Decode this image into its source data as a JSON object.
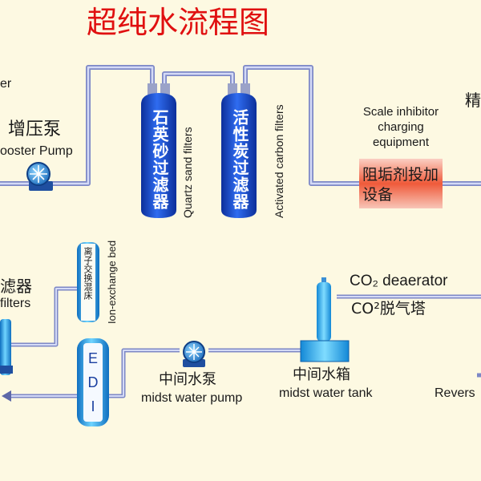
{
  "title": "超纯水流程图",
  "labels": {
    "er_partial": "er",
    "booster_pump_cn": "增压泵",
    "booster_pump_en": "ooster Pump",
    "quartz_cn": "石英砂过滤器",
    "quartz_en": "Quartz sand filters",
    "carbon_cn": "活性炭过滤器",
    "carbon_en": "Activated carbon filters",
    "scale_en_1": "Scale inhibitor",
    "scale_en_2": "charging",
    "scale_en_3": "equipment",
    "scale_cn": "阻垢剂投加设备",
    "precision_partial": "精",
    "filter_cn_partial": "滤器",
    "filter_en_partial": "filters",
    "ion_cn": "离子交换混床",
    "ion_en": "Ion-exchange bed",
    "edi": "EDI",
    "midst_pump_cn": "中间水泵",
    "midst_pump_en": "midst water pump",
    "midst_tank_cn": "中间水箱",
    "midst_tank_en": "midst water tank",
    "co2_deaerator_en": "CO₂ deaerator",
    "co2_deaerator_cn": "CO²脱气塔",
    "reverse_partial": "Revers"
  },
  "colors": {
    "title": "#e01010",
    "pipe": "#aab4e6",
    "vessel": "#1a4fd1",
    "column": "#2d9fe0",
    "dosing_red": "#e8402a",
    "pump": "#1f7fd0",
    "tank": "#1e9fe8"
  }
}
